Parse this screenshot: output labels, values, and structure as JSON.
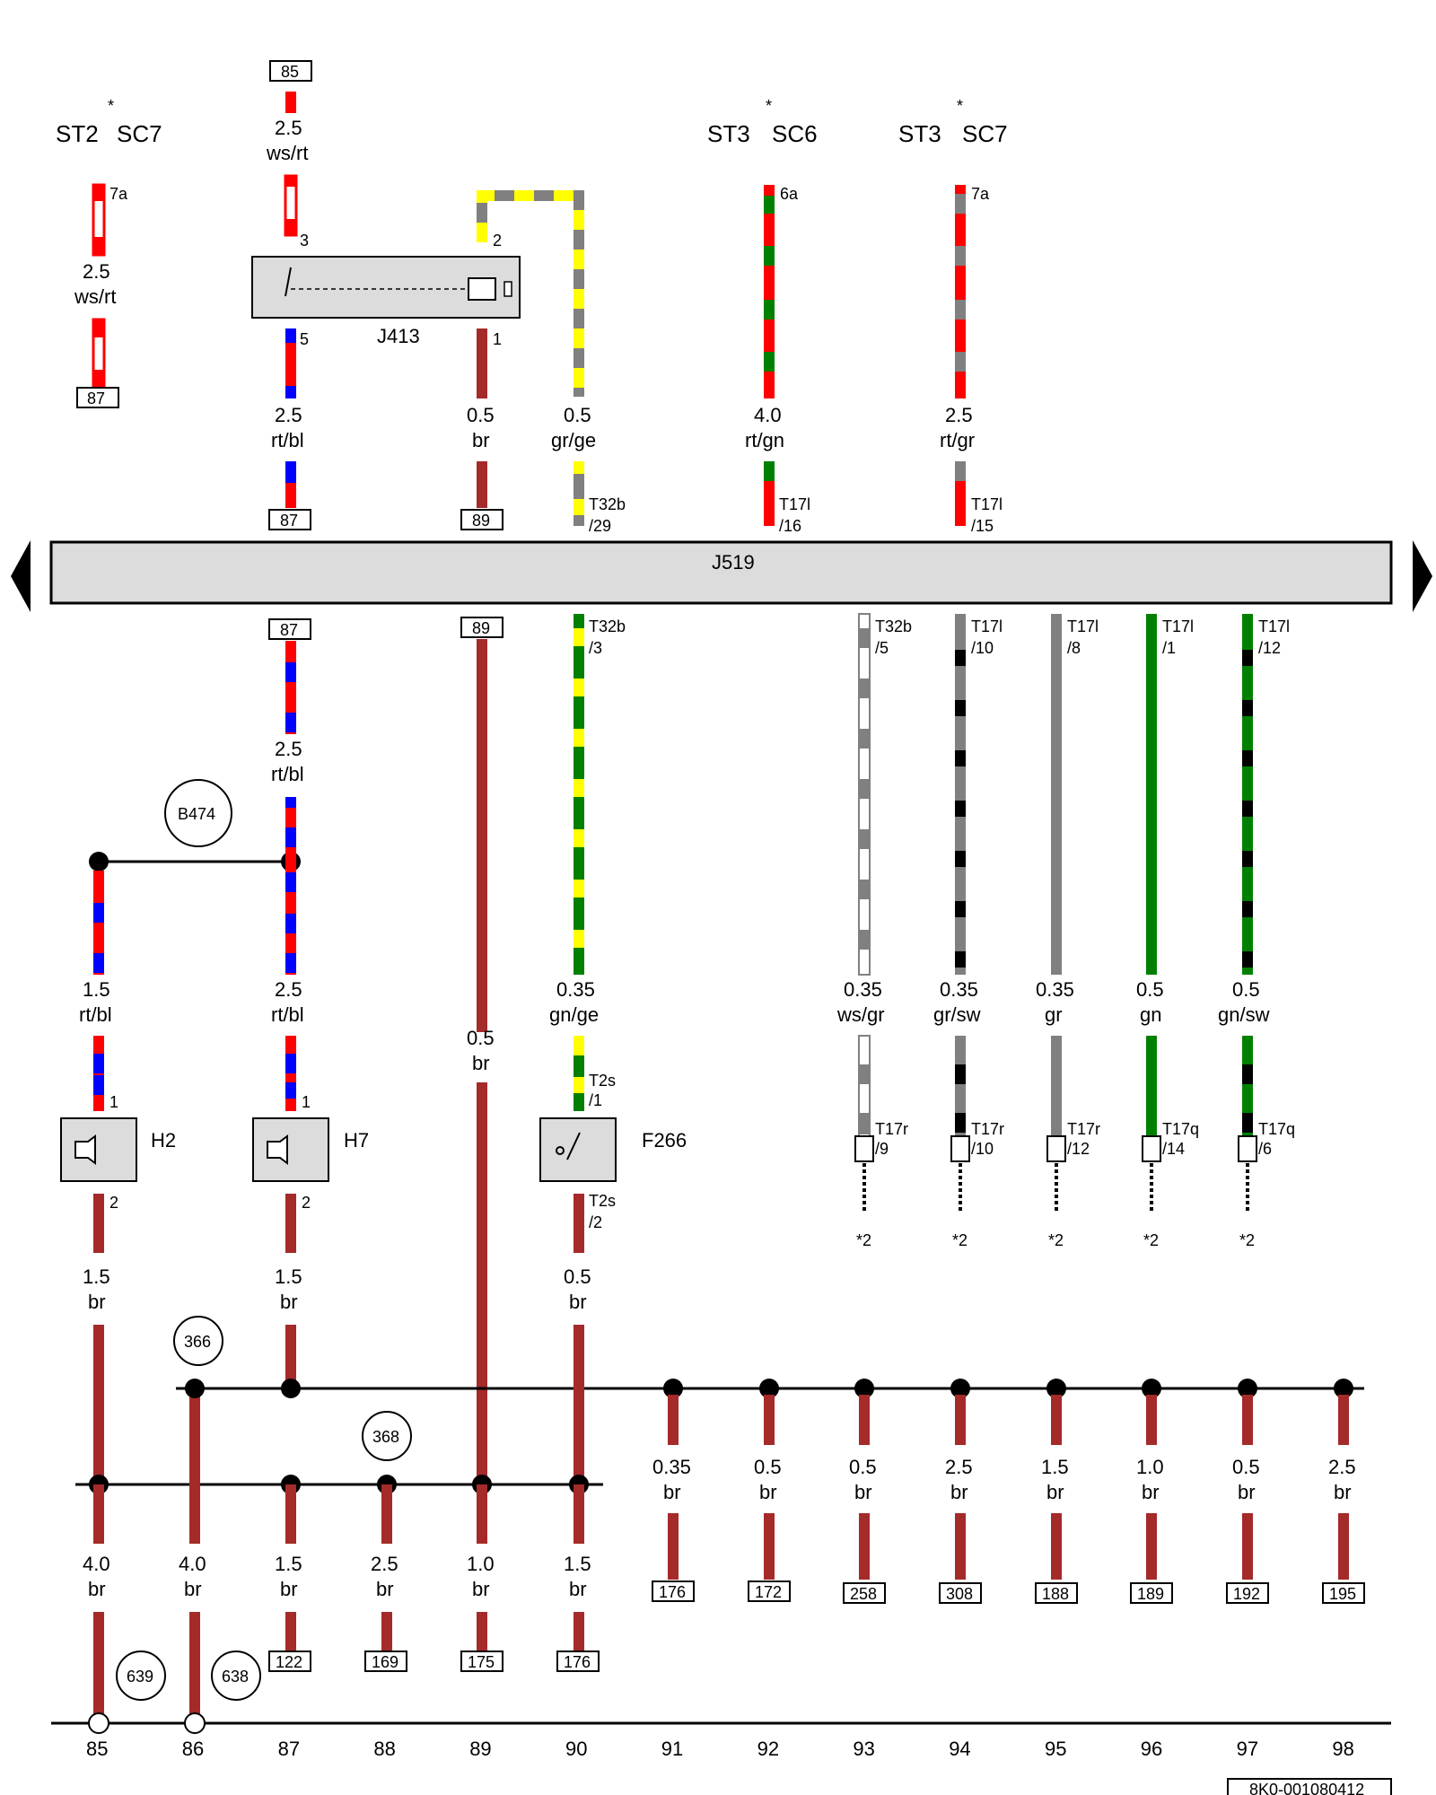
{
  "colors": {
    "rt": "#ff0000",
    "ws": "#ffffff",
    "bl": "#0000ff",
    "br": "#a52a2a",
    "gr": "#808080",
    "ge": "#ffff00",
    "gn": "#008000",
    "sw": "#000000",
    "component_fill": "#dcdcdc"
  },
  "top_labels": {
    "st2": "ST2",
    "sc7_left": "SC7",
    "st3_a": "ST3",
    "sc6": "SC6",
    "st3_b": "ST3",
    "sc7_right": "SC7",
    "star": "*"
  },
  "components": {
    "j413": "J413",
    "j519": "J519",
    "h2": "H2",
    "h7": "H7",
    "f266": "F266"
  },
  "pins": {
    "p7a_left": "7a",
    "p3": "3",
    "p2": "2",
    "p5": "5",
    "p1": "1",
    "p6a": "6a",
    "p7a_right": "7a",
    "h2_1": "1",
    "h2_2": "2",
    "h7_1": "1",
    "h7_2": "2"
  },
  "wires_top": [
    {
      "size": "2.5",
      "color": "ws/rt"
    },
    {
      "size": "2.5",
      "color": "ws/rt"
    },
    {
      "size": "2.5",
      "color": "rt/bl"
    },
    {
      "size": "0.5",
      "color": "br"
    },
    {
      "size": "0.5",
      "color": "gr/ge"
    },
    {
      "size": "4.0",
      "color": "rt/gn"
    },
    {
      "size": "2.5",
      "color": "rt/gr"
    }
  ],
  "connectors_top": [
    {
      "name": "T32b",
      "pin": "/29"
    },
    {
      "name": "T17l",
      "pin": "/16"
    },
    {
      "name": "T17l",
      "pin": "/15"
    }
  ],
  "connectors_bottom": [
    {
      "name": "T32b",
      "pin": "/3"
    },
    {
      "name": "T32b",
      "pin": "/5"
    },
    {
      "name": "T17l",
      "pin": "/10"
    },
    {
      "name": "T17l",
      "pin": "/8"
    },
    {
      "name": "T17l",
      "pin": "/1"
    },
    {
      "name": "T17l",
      "pin": "/12"
    }
  ],
  "connectors_lower": [
    {
      "name": "T2s",
      "pin": "/1"
    },
    {
      "name": "T2s",
      "pin": "/2"
    },
    {
      "name": "T17r",
      "pin": "/9"
    },
    {
      "name": "T17r",
      "pin": "/10"
    },
    {
      "name": "T17r",
      "pin": "/12"
    },
    {
      "name": "T17q",
      "pin": "/14"
    },
    {
      "name": "T17q",
      "pin": "/6"
    }
  ],
  "boxed_refs": {
    "r85": "85",
    "r87_left": "87",
    "r87_a": "87",
    "r89_a": "89",
    "r87_b": "87",
    "r89_b": "89",
    "bottom_refs": [
      "122",
      "169",
      "175",
      "176"
    ],
    "right_refs": [
      "176",
      "172",
      "258",
      "308",
      "188",
      "189",
      "192",
      "195"
    ]
  },
  "wires_mid": [
    {
      "size": "2.5",
      "color": "rt/bl"
    },
    {
      "size": "1.5",
      "color": "rt/bl"
    },
    {
      "size": "2.5",
      "color": "rt/bl"
    },
    {
      "size": "0.5",
      "color": "br"
    },
    {
      "size": "0.35",
      "color": "gn/ge"
    },
    {
      "size": "0.35",
      "color": "ws/gr"
    },
    {
      "size": "0.35",
      "color": "gr/sw"
    },
    {
      "size": "0.35",
      "color": "gr"
    },
    {
      "size": "0.5",
      "color": "gn"
    },
    {
      "size": "0.5",
      "color": "gn/sw"
    }
  ],
  "wires_lower": [
    {
      "size": "1.5",
      "color": "br"
    },
    {
      "size": "1.5",
      "color": "br"
    },
    {
      "size": "0.5",
      "color": "br"
    }
  ],
  "wires_right": [
    {
      "size": "0.35",
      "color": "br"
    },
    {
      "size": "0.5",
      "color": "br"
    },
    {
      "size": "0.5",
      "color": "br"
    },
    {
      "size": "2.5",
      "color": "br"
    },
    {
      "size": "1.5",
      "color": "br"
    },
    {
      "size": "1.0",
      "color": "br"
    },
    {
      "size": "0.5",
      "color": "br"
    },
    {
      "size": "2.5",
      "color": "br"
    }
  ],
  "wires_bottom": [
    {
      "size": "4.0",
      "color": "br"
    },
    {
      "size": "4.0",
      "color": "br"
    },
    {
      "size": "1.5",
      "color": "br"
    },
    {
      "size": "2.5",
      "color": "br"
    },
    {
      "size": "1.0",
      "color": "br"
    },
    {
      "size": "1.5",
      "color": "br"
    }
  ],
  "circle_refs": {
    "b474": "B474",
    "c366": "366",
    "c368": "368",
    "c639": "639",
    "c638": "638"
  },
  "star2": "*2",
  "current_tracks": [
    "85",
    "86",
    "87",
    "88",
    "89",
    "90",
    "91",
    "92",
    "93",
    "94",
    "95",
    "96",
    "97",
    "98"
  ],
  "doc_id": "8K0-001080412"
}
